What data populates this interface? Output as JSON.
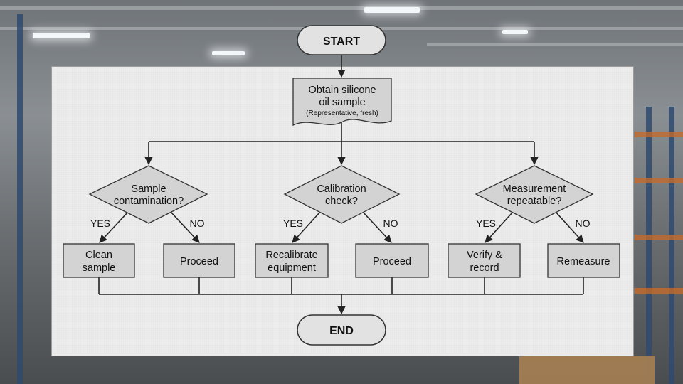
{
  "start": {
    "label": "START"
  },
  "end": {
    "label": "END"
  },
  "sample": {
    "line1": "Obtain silicone",
    "line2": "oil sample",
    "note": "(Representative, fresh)"
  },
  "decisions": [
    {
      "line1": "Sample",
      "line2": "contamination?",
      "yes": "YES",
      "no": "NO",
      "yes_action": [
        "Clean",
        "sample"
      ],
      "no_action": [
        "Proceed"
      ]
    },
    {
      "line1": "Calibration",
      "line2": "check?",
      "yes": "YES",
      "no": "NO",
      "yes_action": [
        "Recalibrate",
        "equipment"
      ],
      "no_action": [
        "Proceed"
      ]
    },
    {
      "line1": "Measurement",
      "line2": "repeatable?",
      "yes": "YES",
      "no": "NO",
      "yes_action": [
        "Verify &",
        "record"
      ],
      "no_action": [
        "Remeasure"
      ]
    }
  ]
}
